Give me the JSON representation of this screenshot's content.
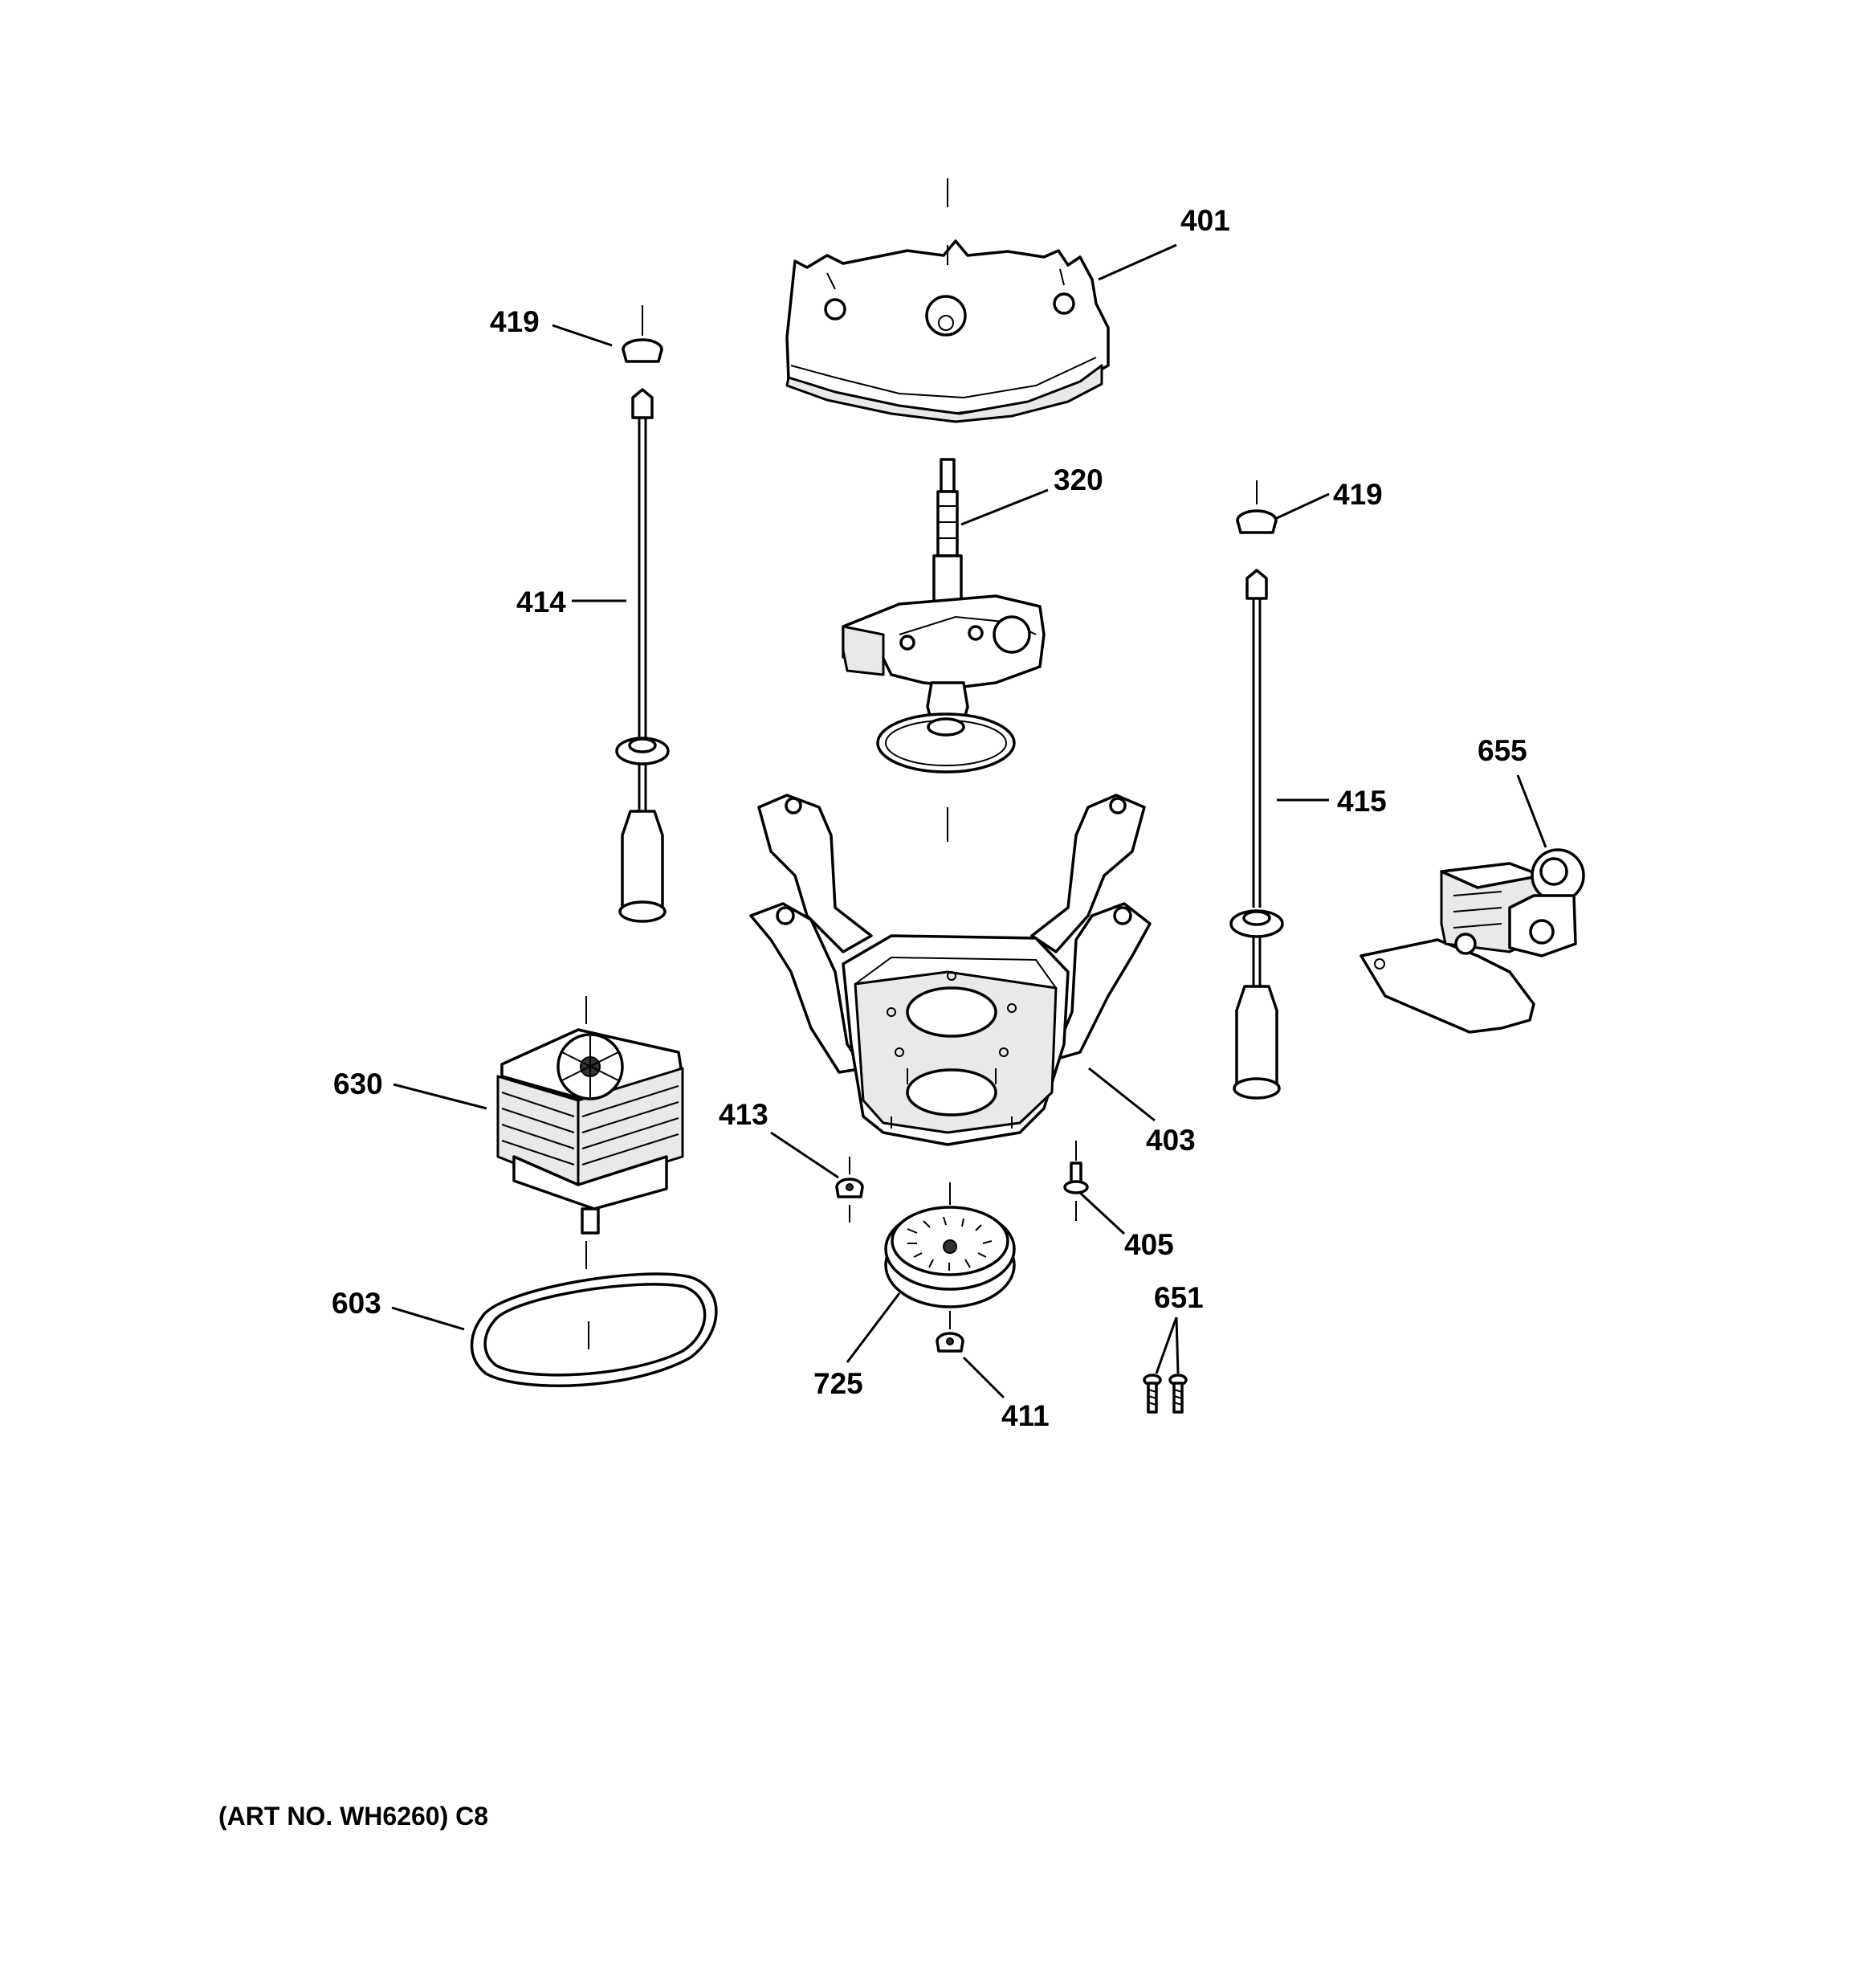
{
  "callouts": {
    "c320": "320",
    "c401": "401",
    "c403": "403",
    "c405": "405",
    "c411": "411",
    "c413": "413",
    "c414": "414",
    "c415": "415",
    "c419a": "419",
    "c419b": "419",
    "c603": "603",
    "c630": "630",
    "c651": "651",
    "c655": "655",
    "c725": "725"
  },
  "art_number": "(ART NO. WH6260) C8"
}
